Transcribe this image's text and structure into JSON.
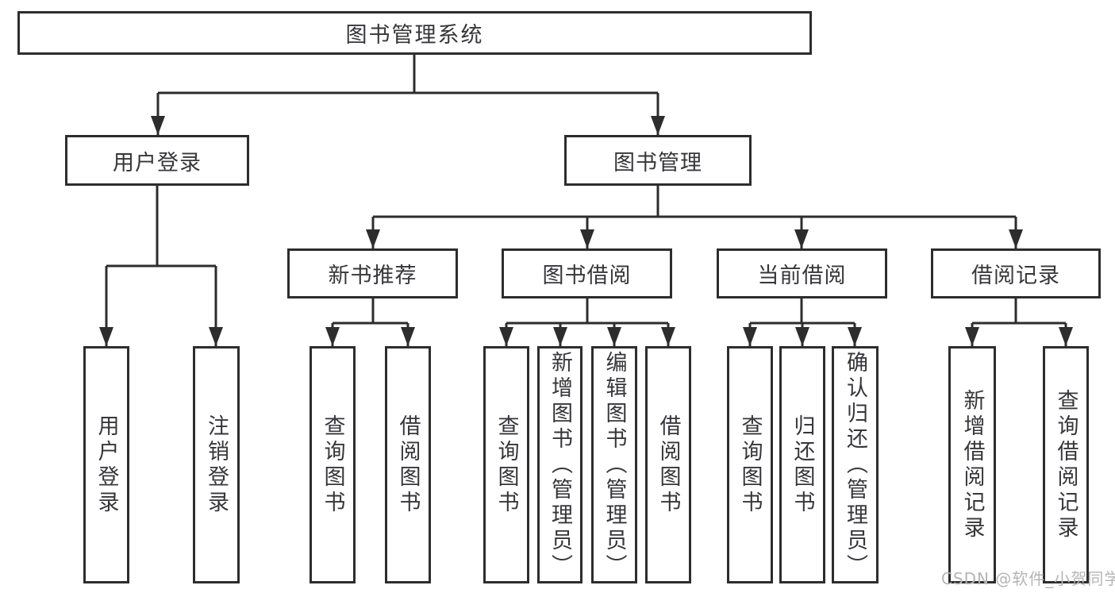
{
  "tree": {
    "root": {
      "label": "图书管理系统"
    },
    "user_login": {
      "label": "用户登录",
      "children": [
        {
          "label": "用户登录"
        },
        {
          "label": "注销登录"
        }
      ]
    },
    "book_management": {
      "label": "图书管理",
      "children": [
        {
          "label": "新书推荐",
          "children": [
            {
              "label": "查询图书"
            },
            {
              "label": "借阅图书"
            }
          ]
        },
        {
          "label": "图书借阅",
          "children": [
            {
              "label": "查询图书"
            },
            {
              "label": "新增图书（管理员）"
            },
            {
              "label": "编辑图书（管理员）"
            },
            {
              "label": "借阅图书"
            }
          ]
        },
        {
          "label": "当前借阅",
          "children": [
            {
              "label": "查询图书"
            },
            {
              "label": "归还图书"
            },
            {
              "label": "确认归还（管理员）"
            }
          ]
        },
        {
          "label": "借阅记录",
          "children": [
            {
              "label": "新增借阅记录"
            },
            {
              "label": "查询借阅记录"
            }
          ]
        }
      ]
    }
  },
  "watermark": {
    "text": "CSDN @软件_小贺同学"
  },
  "colors": {
    "line": "#2d2d2d",
    "box_border": "#2d2d2d",
    "box_fill": "#ffffff",
    "text": "#36363b",
    "watermark": "#b5b5b5",
    "background": "#ffffff"
  }
}
